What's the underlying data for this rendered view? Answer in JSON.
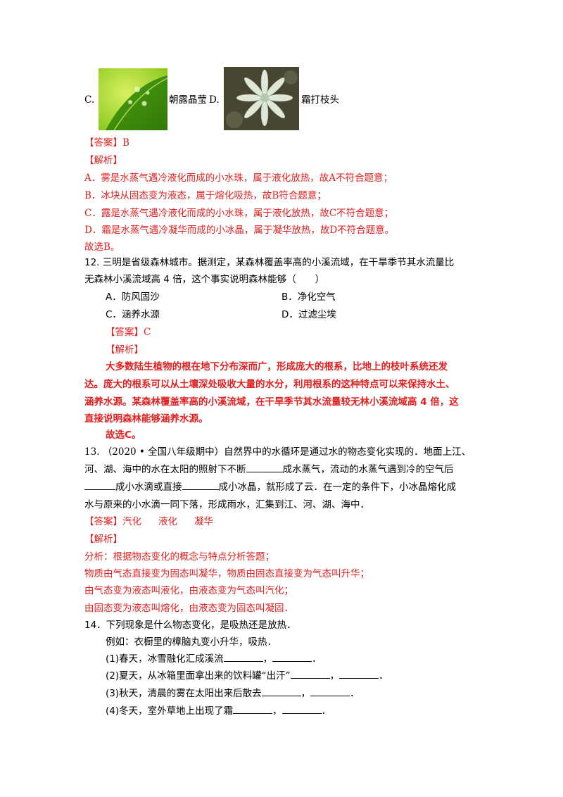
{
  "top": {
    "c_prefix": "C.",
    "c_label": "朝露晶莹",
    "d_prefix": "D.",
    "d_label": "霜打枝头"
  },
  "q11": {
    "answer": "【答案】B",
    "analysis": "【解析】",
    "lines": [
      "A．雾是水蒸气遇冷液化而成的小水珠，属于液化放热，故A不符合题意；",
      "B．冰块从固态变为液态，属于熔化吸热，故B符合题意；",
      "C．露是水蒸气遇冷液化而成的小水珠，属于液化放热，故C不符合题意；",
      "D．霜是水蒸气遇冷凝华而成的小冰晶，属于凝华放热，故D不符合题意。",
      "故选B。"
    ]
  },
  "q12": {
    "stem1": "12. 三明是省级森林城市。据测定，某森林覆盖率高的小溪流域，在干旱季节其水流量比",
    "stem2": "无森林小溪流域高 4 倍，这个事实说明森林能够（　　）",
    "optA": "A．防风固沙",
    "optB": "B．净化空气",
    "optC": "C．涵养水源",
    "optD": "D．过滤尘埃",
    "answer_tag": "【答案】",
    "answer_val": "C",
    "analysis": "【解析】",
    "exp1": "大多数陆生植物的根在地下分布深而广，形成庞大的根系，比地上的枝叶系统还发",
    "exp2": "达。庞大的根系可以从土壤深处吸收大量的水分，利用根系的这种特点可以来保持水土、",
    "exp3": "涵养水源。某森林覆盖率高的小溪流域，在干旱季节其水流量较无林小溪流域高 4 倍，这",
    "exp4": "直接说明森林能够涵养水源。",
    "conclusion": "故选C。"
  },
  "q13": {
    "num": "13. （2020 • ",
    "src": "全国八年级期中",
    "s1": "）自然界中的水循环是通过水的物态变化实现的．地面上江、",
    "s2a": "河、湖、海中的水在太阳的照射下不断",
    "s2b": "成水蒸气，流动的水蒸气遇到冷的空气后",
    "s3a": "成小水滴或直接",
    "s3b": "成小冰晶，就形成了云．在一定的条件下，小冰晶熔化成",
    "s4": "水与原来的小水滴一同下落，形成雨水，汇集到江、河、湖、海中．",
    "answer_tag": "【答案】",
    "answers": [
      "汽化",
      "液化",
      "凝华"
    ],
    "analysis": "【解析】",
    "a1": "分析：根据物态变化的概念与特点分析答题；",
    "a2": "物质由气态直接变为固态叫凝华，物质由固态直接变为气态叫升华；",
    "a3": "由气态变为液态叫液化，由液态变为气态叫汽化；",
    "a4": "由固态变为液态叫熔化，由液态变为固态叫凝固．"
  },
  "q14": {
    "stem": "14．下列现象是什么物态变化，是吸热还是放热．",
    "example": "例如：衣橱里的樟脑丸变小升华，吸热．",
    "i1": "(1)春天，冰雪融化汇成溪流",
    "i2": "(2)夏天，从冰箱里面拿出来的饮料罐“出汗”",
    "i3": "(3)秋天，清晨的雾在太阳出来后散去",
    "i4": "(4)冬天，室外草地上出现了霜",
    "comma": "，",
    "period": "．"
  }
}
